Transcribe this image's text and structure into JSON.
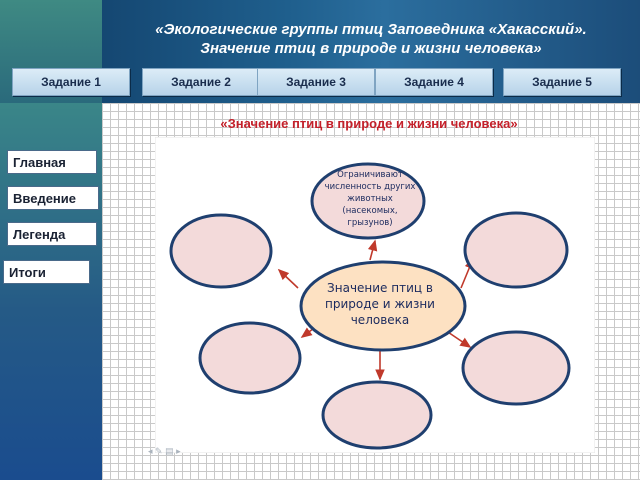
{
  "header": {
    "title_line1": "«Экологические группы птиц  Заповедника «Хакасский».",
    "title_line2": "Значение птиц в природе и жизни человека»"
  },
  "tabs": [
    "Задание 1",
    "Задание 2",
    "Задание 3",
    "Задание 4",
    "Задание 5"
  ],
  "sidebar": {
    "items": [
      "Главная",
      "Введение",
      "Легенда",
      "Итоги"
    ]
  },
  "main": {
    "subtitle": "«Значение птиц в природе и жизни человека»",
    "center_label": "Значение птиц в природе и жизни человека",
    "top_label": "Ограничивают численность других животных (насекомых, грызунов)"
  },
  "colors": {
    "ellipse_fill": "#f3dada",
    "ellipse_stroke": "#1f3f6f",
    "center_fill": "#fde1c2",
    "arrow": "#c0392b",
    "subtitle": "#c4202a"
  }
}
